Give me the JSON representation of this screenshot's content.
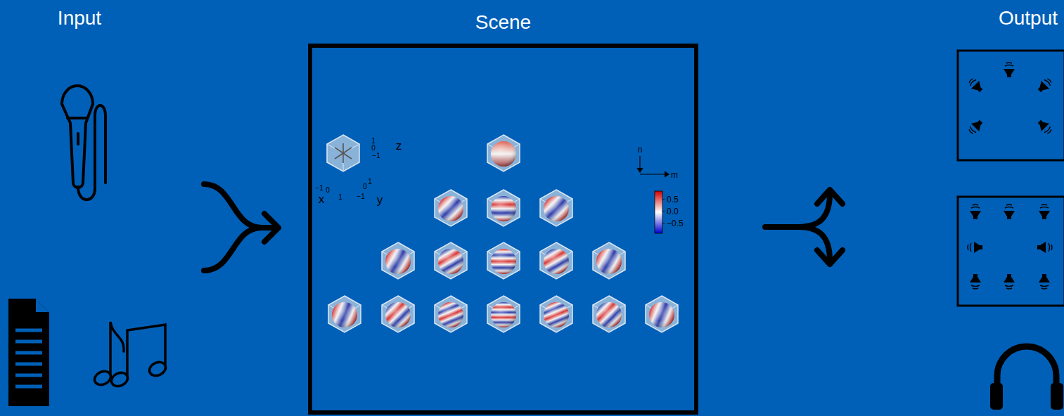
{
  "diagram": {
    "nodes": [
      {
        "text": [
          "Scene"
        ]
      }
    ],
    "labels": [
      "Input",
      "Output",
      "1",
      "0",
      "−1",
      "z",
      "−1",
      "0",
      "1",
      "x",
      "−1",
      "0",
      "1",
      "y",
      "n",
      "m",
      "0.5",
      "0.0",
      "−0.5"
    ]
  }
}
